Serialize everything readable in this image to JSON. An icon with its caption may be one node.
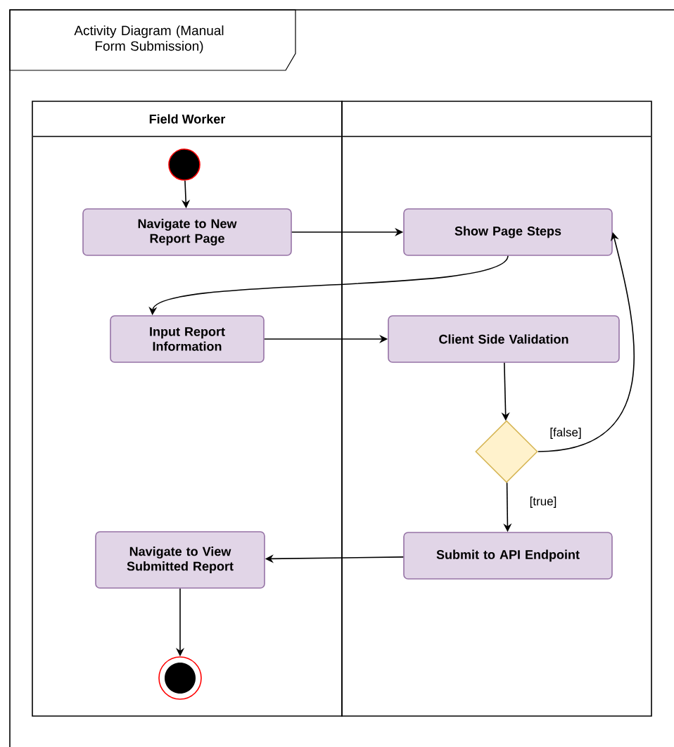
{
  "diagram": {
    "title": "Activity Diagram (Manual Form Submission)",
    "nodes": [
      {
        "text": [
          "Field Worker"
        ]
      },
      {
        "text": [],
        "shape": "box"
      },
      {
        "text": [],
        "shape": "circle",
        "in": 0
      },
      {
        "text": [
          "Navigate to New Report Page"
        ],
        "in": 0
      },
      {
        "text": [
          "Show Page Steps"
        ],
        "in": 1
      },
      {
        "text": [
          "Input Report Information"
        ],
        "in": 0
      },
      {
        "text": [
          "Client Side Validation"
        ],
        "in": 1
      },
      {
        "text": [],
        "shape": "diamond",
        "in": 1
      },
      {
        "text": [
          "Submit to API Endpoint"
        ],
        "in": 1
      },
      {
        "text": [
          "Navigate to View Submitted Report"
        ],
        "in": 0
      },
      {
        "text": [],
        "shape": "circle",
        "in": 0
      }
    ],
    "edges": [
      {
        "from": 2,
        "to": 3,
        "arrow": "to"
      },
      {
        "from": 3,
        "to": 4,
        "arrow": "to"
      },
      {
        "from": 4,
        "to": 5,
        "arrow": "to"
      },
      {
        "from": 5,
        "to": 6,
        "arrow": "to"
      },
      {
        "from": 6,
        "to": 7,
        "arrow": "to"
      },
      {
        "from": 7,
        "to": 4,
        "arrow": "to",
        "label": "[false]"
      },
      {
        "from": 7,
        "to": 8,
        "arrow": "to",
        "label": "[true]"
      },
      {
        "from": 8,
        "to": 9,
        "arrow": "to"
      },
      {
        "from": 9,
        "to": 10,
        "arrow": "to"
      }
    ]
  }
}
